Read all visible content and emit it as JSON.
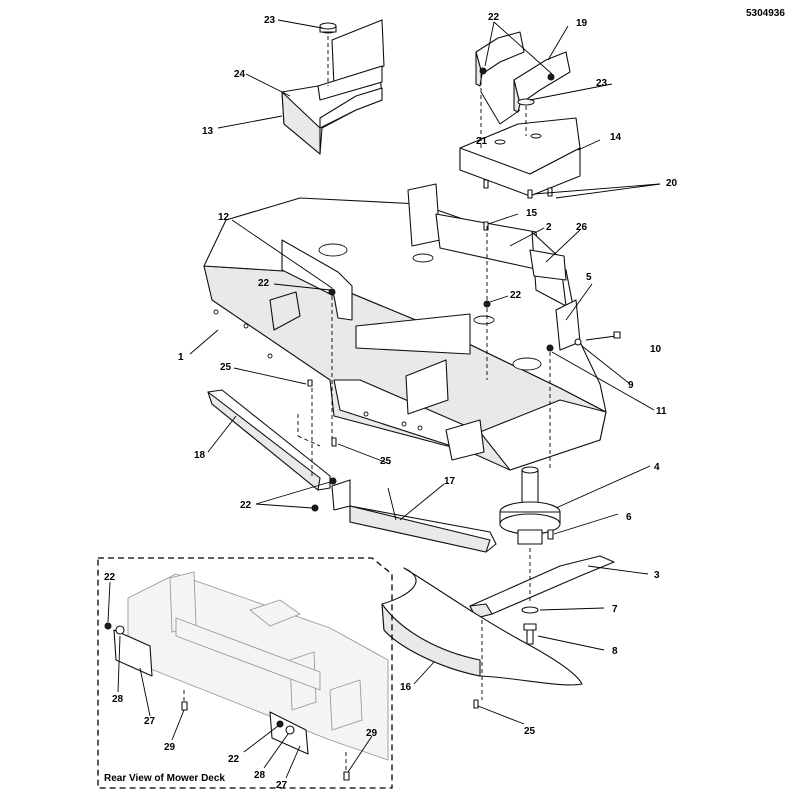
{
  "document_number": "5304936",
  "inset_title": "Rear View of Mower Deck",
  "callouts": [
    {
      "id": "c-23-top",
      "text": "23"
    },
    {
      "id": "c-24",
      "text": "24"
    },
    {
      "id": "c-13",
      "text": "13"
    },
    {
      "id": "c-22-top",
      "text": "22"
    },
    {
      "id": "c-19",
      "text": "19"
    },
    {
      "id": "c-23-right",
      "text": "23"
    },
    {
      "id": "c-21",
      "text": "21"
    },
    {
      "id": "c-14",
      "text": "14"
    },
    {
      "id": "c-20",
      "text": "20"
    },
    {
      "id": "c-15",
      "text": "15"
    },
    {
      "id": "c-2",
      "text": "2"
    },
    {
      "id": "c-26",
      "text": "26"
    },
    {
      "id": "c-12",
      "text": "12"
    },
    {
      "id": "c-22-left",
      "text": "22"
    },
    {
      "id": "c-22-center",
      "text": "22"
    },
    {
      "id": "c-5",
      "text": "5"
    },
    {
      "id": "c-10",
      "text": "10"
    },
    {
      "id": "c-9",
      "text": "9"
    },
    {
      "id": "c-1",
      "text": "1"
    },
    {
      "id": "c-25-left",
      "text": "25"
    },
    {
      "id": "c-11",
      "text": "11"
    },
    {
      "id": "c-18",
      "text": "18"
    },
    {
      "id": "c-25-mid",
      "text": "25"
    },
    {
      "id": "c-4",
      "text": "4"
    },
    {
      "id": "c-22-bottom",
      "text": "22"
    },
    {
      "id": "c-17",
      "text": "17"
    },
    {
      "id": "c-6",
      "text": "6"
    },
    {
      "id": "c-3",
      "text": "3"
    },
    {
      "id": "c-7",
      "text": "7"
    },
    {
      "id": "c-8",
      "text": "8"
    },
    {
      "id": "c-16",
      "text": "16"
    },
    {
      "id": "c-25-bottom",
      "text": "25"
    },
    {
      "id": "c-22-inset-top",
      "text": "22"
    },
    {
      "id": "c-28-inset-left",
      "text": "28"
    },
    {
      "id": "c-27-inset-left",
      "text": "27"
    },
    {
      "id": "c-29-inset-left",
      "text": "29"
    },
    {
      "id": "c-22-inset-bottom",
      "text": "22"
    },
    {
      "id": "c-28-inset-bottom",
      "text": "28"
    },
    {
      "id": "c-27-inset-bottom",
      "text": "27"
    },
    {
      "id": "c-29-inset-right",
      "text": "29"
    }
  ]
}
